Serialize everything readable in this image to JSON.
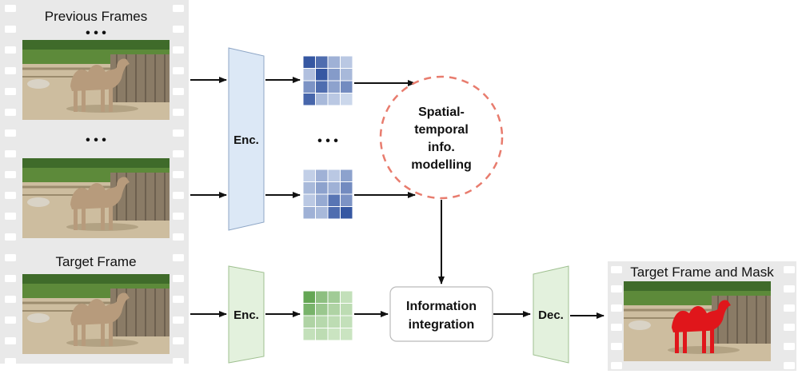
{
  "film_strip": {
    "previous_frames_label": "Previous Frames",
    "target_frame_label": "Target Frame",
    "ellipsis": "• • •"
  },
  "encoder_top_label": "Enc.",
  "encoder_bottom_label": "Enc.",
  "feature_ellipsis": "• • •",
  "spatial_temporal": {
    "lines": [
      "Spatial-",
      "temporal",
      "info.",
      "modelling"
    ]
  },
  "information_integration": {
    "lines": [
      "Information",
      "integration"
    ]
  },
  "decoder_label": "Dec.",
  "output": {
    "label": "Target Frame and Mask"
  },
  "colors": {
    "encoder_top": "#dce8f6",
    "encoder_bottom": "#e3f1dd",
    "grid_blue_dark": "#2c4f9e",
    "grid_blue_light": "#dde6f4",
    "grid_green_dark": "#4f9a3e",
    "grid_green_light": "#d8ecd0",
    "dashed_circle": "#e87c6e",
    "mask": "#e0161b",
    "film": "#e9e9e9"
  },
  "grids": {
    "top": [
      [
        0.95,
        0.8,
        0.35,
        0.2
      ],
      [
        0.25,
        0.95,
        0.5,
        0.3
      ],
      [
        0.55,
        0.8,
        0.45,
        0.6
      ],
      [
        0.85,
        0.3,
        0.2,
        0.1
      ]
    ],
    "middle": [
      [
        0.15,
        0.35,
        0.2,
        0.45
      ],
      [
        0.3,
        0.45,
        0.35,
        0.6
      ],
      [
        0.2,
        0.4,
        0.75,
        0.55
      ],
      [
        0.35,
        0.3,
        0.8,
        0.95
      ]
    ],
    "bottom": [
      [
        0.85,
        0.55,
        0.4,
        0.15
      ],
      [
        0.7,
        0.45,
        0.3,
        0.2
      ],
      [
        0.3,
        0.25,
        0.2,
        0.15
      ],
      [
        0.15,
        0.2,
        0.1,
        0.1
      ]
    ]
  }
}
